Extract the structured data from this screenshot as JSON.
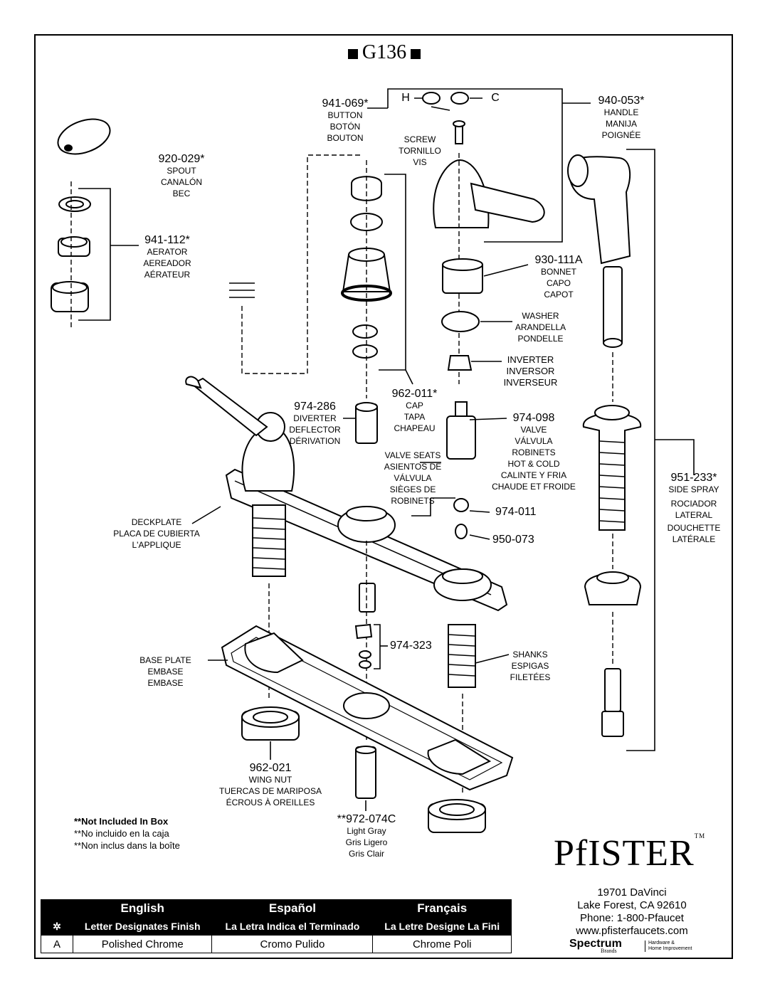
{
  "title": "G136",
  "labels": {
    "button": {
      "num": "941-069*",
      "en": "BUTTON",
      "es": "BOTÓN",
      "fr": "BOUTON"
    },
    "hc": {
      "h": "H",
      "c": "C"
    },
    "handle": {
      "num": "940-053*",
      "en": "HANDLE",
      "es": "MANIJA",
      "fr": "POIGNÉE"
    },
    "spout": {
      "num": "920-029*",
      "en": "SPOUT",
      "es": "CANALÓN",
      "fr": "BEC"
    },
    "screw": {
      "en": "SCREW",
      "es": "TORNILLO",
      "fr": "VIS"
    },
    "aerator": {
      "num": "941-112*",
      "en": "AERATOR",
      "es": "AEREADOR",
      "fr": "AÉRATEUR"
    },
    "bonnet": {
      "num": "930-111A",
      "en": "BONNET",
      "es": "CAPO",
      "fr": "CAPOT"
    },
    "washer": {
      "en": "WASHER",
      "es": "ARANDELLA",
      "fr": "PONDELLE"
    },
    "inverter": {
      "en": "INVERTER",
      "es": "INVERSOR",
      "fr": "INVERSEUR"
    },
    "cap": {
      "num": "962-011*",
      "en": "CAP",
      "es": "TAPA",
      "fr": "CHAPEAU"
    },
    "diverter": {
      "num": "974-286",
      "en": "DIVERTER",
      "es": "DEFLECTOR",
      "fr": "DÉRIVATION"
    },
    "valve": {
      "num": "974-098",
      "en": "VALVE",
      "es": "VÁLVULA",
      "fr": "ROBINETS",
      "l4": "HOT & COLD",
      "l5": "CALINTE Y FRIA",
      "l6": "CHAUDE ET FROIDE"
    },
    "seats": {
      "l1": "VALVE SEATS",
      "l2": "ASIENTOS DE",
      "l3": "VÁLVULA",
      "l4": "SIÈGES DE",
      "l5": "ROBINETS"
    },
    "seat1": {
      "num": "974-011"
    },
    "seat2": {
      "num": "950-073"
    },
    "sidespray": {
      "num": "951-233*",
      "en": "SIDE SPRAY",
      "es": "ROCIADOR",
      "es2": "LATERAL",
      "fr": "DOUCHETTE",
      "fr2": "LATÉRALE"
    },
    "deckplate": {
      "en": "DECKPLATE",
      "es": "PLACA DE CUBIERTA",
      "fr": "L'APPLIQUE"
    },
    "clip": {
      "num": "974-323"
    },
    "baseplate": {
      "en": "BASE PLATE",
      "es": "EMBASE",
      "fr": "EMBASE"
    },
    "shanks": {
      "en": "SHANKS",
      "es": "ESPIGAS",
      "fr": "FILETÉES"
    },
    "wingnut": {
      "num": "962-021",
      "en": "WING NUT",
      "es": "TUERCAS DE MARIPOSA",
      "fr": "ÉCROUS À OREILLES"
    },
    "hose": {
      "num": "**972-074C",
      "en": "Light Gray",
      "es": "Gris Ligero",
      "fr": "Gris Clair"
    }
  },
  "notes": [
    "**Not Included In Box",
    "**No incluido en la caja",
    "**Non inclus dans la boîte"
  ],
  "brand": {
    "logo": "PfISTER",
    "tm": "TM",
    "address": [
      "19701 DaVinci",
      "Lake Forest, CA 92610",
      "Phone: 1-800-Pfaucet",
      "www.pfisterfaucets.com"
    ],
    "parent": "Spectrum",
    "parent_sub": "Brands",
    "parent_tag": [
      "Hardware &",
      "Home Improvement"
    ]
  },
  "legend": {
    "headers": [
      "English",
      "Español",
      "Français"
    ],
    "symbol": "✲",
    "subheaders": [
      "Letter Designates Finish",
      "La Letra Indica el Terminado",
      "La Letre Designe La Fini"
    ],
    "rows": [
      {
        "code": "A",
        "en": "Polished Chrome",
        "es": "Cromo Pulido",
        "fr": "Chrome Poli"
      }
    ]
  }
}
